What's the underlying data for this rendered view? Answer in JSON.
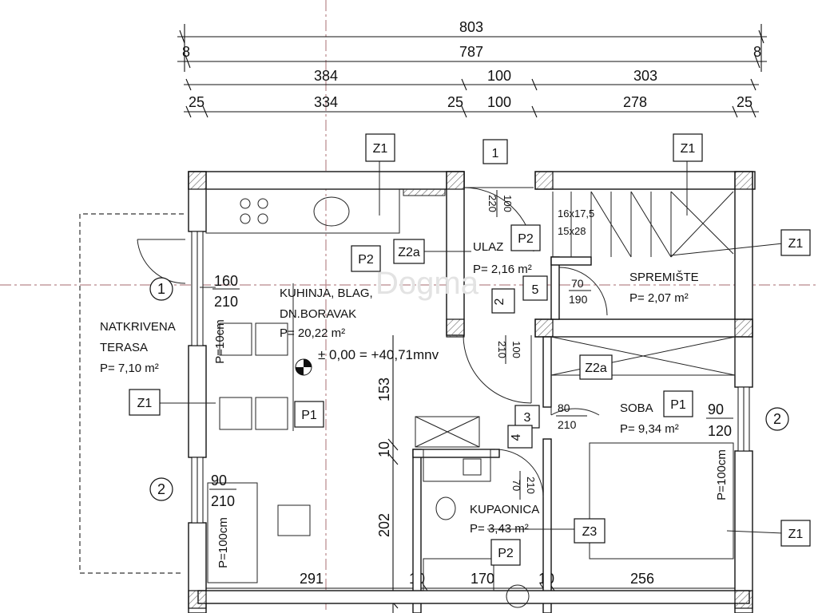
{
  "dimensions": {
    "overall": "803",
    "inner": "787",
    "wall_left": "8",
    "wall_right": "8",
    "seg_384": "384",
    "seg_100_top": "100",
    "seg_303": "303",
    "seg_25_a": "25",
    "seg_334": "334",
    "seg_25_b": "25",
    "seg_100_b": "100",
    "seg_278": "278",
    "seg_25_c": "25",
    "v_153": "153",
    "v_10": "10",
    "v_202": "202",
    "b_291": "291",
    "b_10_a": "10",
    "b_170": "170",
    "b_10_b": "10",
    "b_256": "256"
  },
  "rooms": {
    "kitchen_l1": "KUHINJA, BLAG,",
    "kitchen_l2": "DN.BORAVAK",
    "kitchen_area": "P= 20,22 m²",
    "level": "± 0,00 = +40,71mnv",
    "ulaz": "ULAZ",
    "ulaz_area": "P= 2,16 m²",
    "spremiste": "SPREMIŠTE",
    "spremiste_area": "P= 2,07 m²",
    "soba": "SOBA",
    "soba_area": "P= 9,34 m²",
    "kupaonica": "KUPAONICA",
    "kupaonica_area": "P= 3,43 m²",
    "terasa_l1": "NATKRIVENA",
    "terasa_l2": "TERASA",
    "terasa_area": "P= 7,10 m²",
    "stair_1": "16x17,5",
    "stair_2": "15x28"
  },
  "openings": {
    "o1_w": "160",
    "o1_h": "210",
    "o2_w": "90",
    "o2_h": "210",
    "o3_w": "90",
    "o3_h": "120",
    "door_80": "80",
    "door_80h": "210",
    "door_70": "70",
    "door_70h": "190",
    "door_100a": "100",
    "door_220": "220",
    "door_100b": "100",
    "door_210b": "210",
    "door_70v": "70",
    "door_210v": "210",
    "p_left": "P=10cm",
    "p_left2": "P=100cm",
    "p_right": "P=100cm"
  },
  "tags": {
    "z1": "Z1",
    "z2a": "Z2a",
    "z3": "Z3",
    "p1": "P1",
    "p2": "P2",
    "m1": "1",
    "m2": "2",
    "m3": "3",
    "m4": "4",
    "m5": "5"
  },
  "watermark": "Dogma"
}
